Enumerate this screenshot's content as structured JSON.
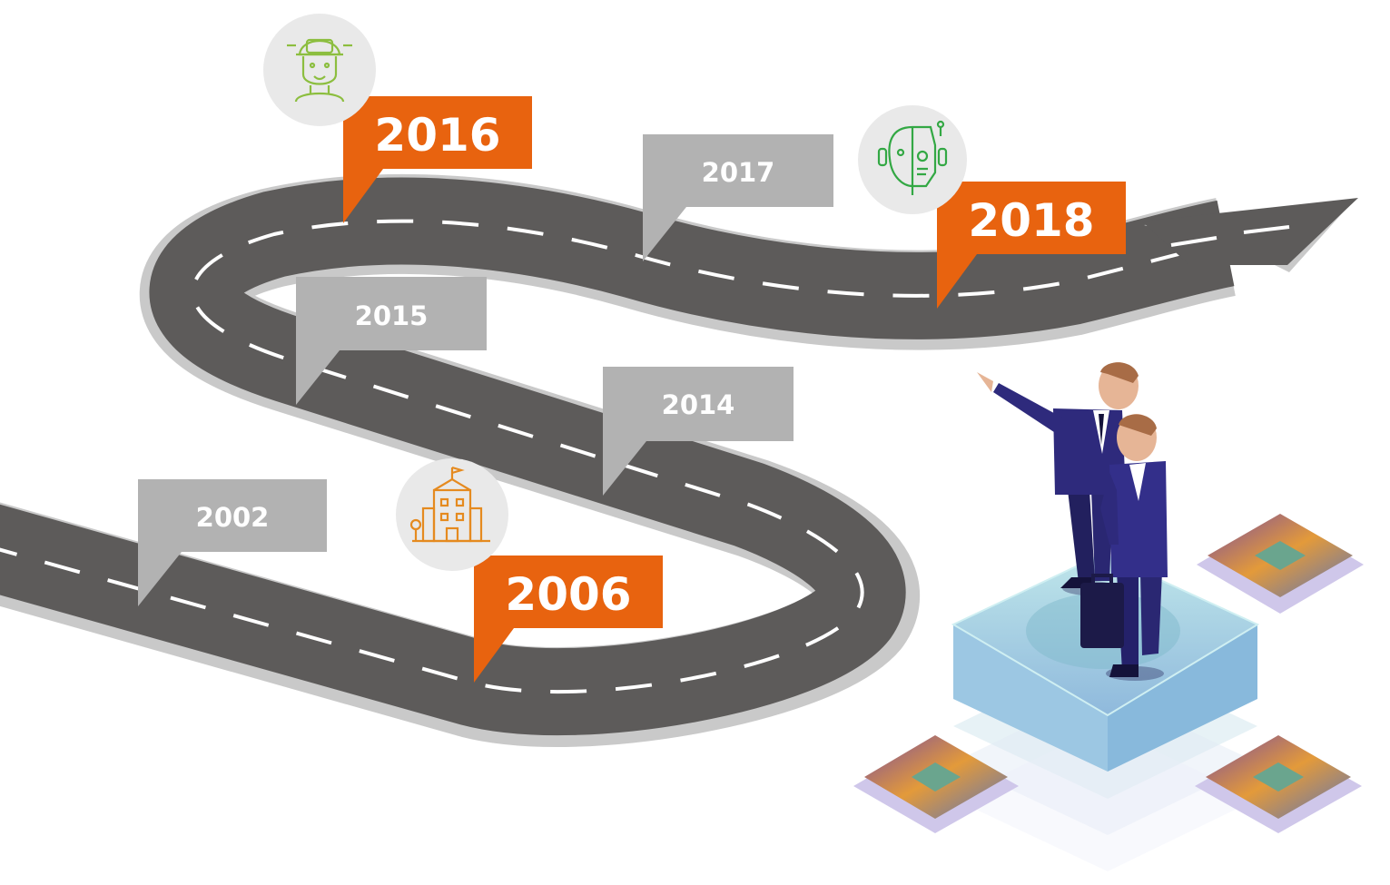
{
  "timeline": {
    "milestones": [
      {
        "year": "2002",
        "style": "minor"
      },
      {
        "year": "2006",
        "style": "major",
        "icon": "school-building-icon"
      },
      {
        "year": "2014",
        "style": "minor"
      },
      {
        "year": "2015",
        "style": "minor"
      },
      {
        "year": "2016",
        "style": "major",
        "icon": "engineer-hardhat-icon"
      },
      {
        "year": "2017",
        "style": "minor"
      },
      {
        "year": "2018",
        "style": "major",
        "icon": "robot-human-face-icon"
      }
    ]
  },
  "colors": {
    "road": "#5d5b5a",
    "road_edge": "#c4c4c4",
    "lane_marking": "#ffffff",
    "major_flag": "#e8630f",
    "minor_flag": "#b2b2b2",
    "icon_green_light": "#8cbe3f",
    "icon_green": "#33a844",
    "icon_orange": "#e58a1f",
    "suit": "#2e2a7c",
    "platform": "#8fd0d6"
  },
  "illustration": {
    "figures": "two-businessmen-on-platform",
    "chips": 3
  }
}
